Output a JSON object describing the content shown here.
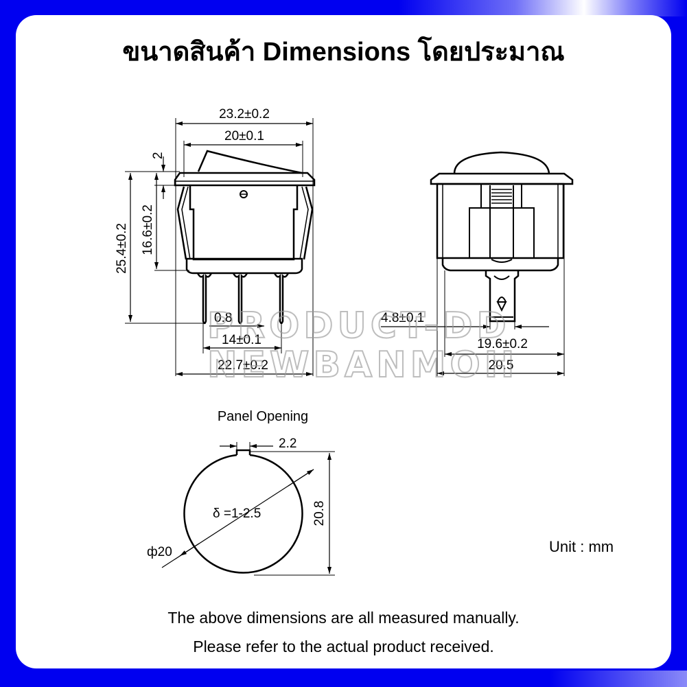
{
  "header": {
    "title": "ขนาดสินค้า Dimensions โดยประมาณ"
  },
  "colors": {
    "frame": "#0000f0",
    "card": "#ffffff",
    "ink": "#000000",
    "watermark": "#9a9a9a"
  },
  "side_view": {
    "overall_width": "23.2±0.2",
    "rocker_width": "20±0.1",
    "rocker_height": "2",
    "body_height": "16.6±0.2",
    "total_height": "25.4±0.2",
    "pin_width": "0.8",
    "pin_pitch": "14±0.1",
    "base_width": "22.7±0.2"
  },
  "front_view": {
    "terminal_width": "4.8±0.1",
    "body_depth": "19.6±0.2",
    "bezel_depth": "20.5"
  },
  "panel_opening": {
    "label": "Panel Opening",
    "notch_width": "2.2",
    "height": "20.8",
    "thickness": "δ =1-2.5",
    "diameter": "ф20"
  },
  "watermark": {
    "line1": "PRODUCT-DD",
    "line2": "NEWBANMOH"
  },
  "unit_label": "Unit : mm",
  "notes": [
    "The above dimensions are all measured manually.",
    "Please refer to the actual product received."
  ]
}
